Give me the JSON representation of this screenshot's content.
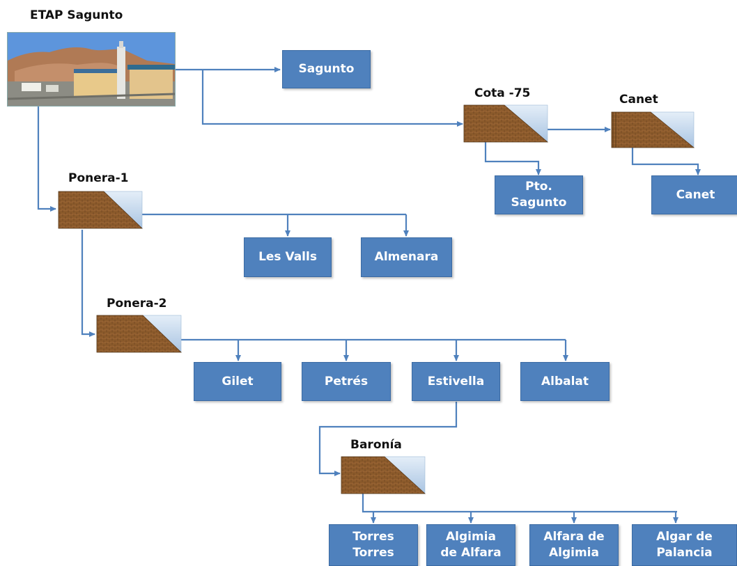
{
  "plant": {
    "title": "ETAP Sagunto"
  },
  "tanks": {
    "cota75": "Cota -75",
    "canet": "Canet",
    "ponera1": "Ponera-1",
    "ponera2": "Ponera-2",
    "baronia": "Baronía"
  },
  "destinations": {
    "sagunto": "Sagunto",
    "pto_sagunto": "Pto.\nSagunto",
    "canet": "Canet",
    "les_valls": "Les Valls",
    "almenara": "Almenara",
    "gilet": "Gilet",
    "petres": "Petrés",
    "estivella": "Estivella",
    "albalat": "Albalat",
    "torres_torres": "Torres\nTorres",
    "algimia_alfara": "Algimia\nde Alfara",
    "alfara_algimia": "Alfara de\nAlgimia",
    "algar_palancia": "Algar de\nPalancia"
  },
  "colors": {
    "box_fill": "#4f81bd",
    "connector": "#4f81bd",
    "tank_earth": "#8b5a2b",
    "tank_water": "#c6dbef"
  }
}
